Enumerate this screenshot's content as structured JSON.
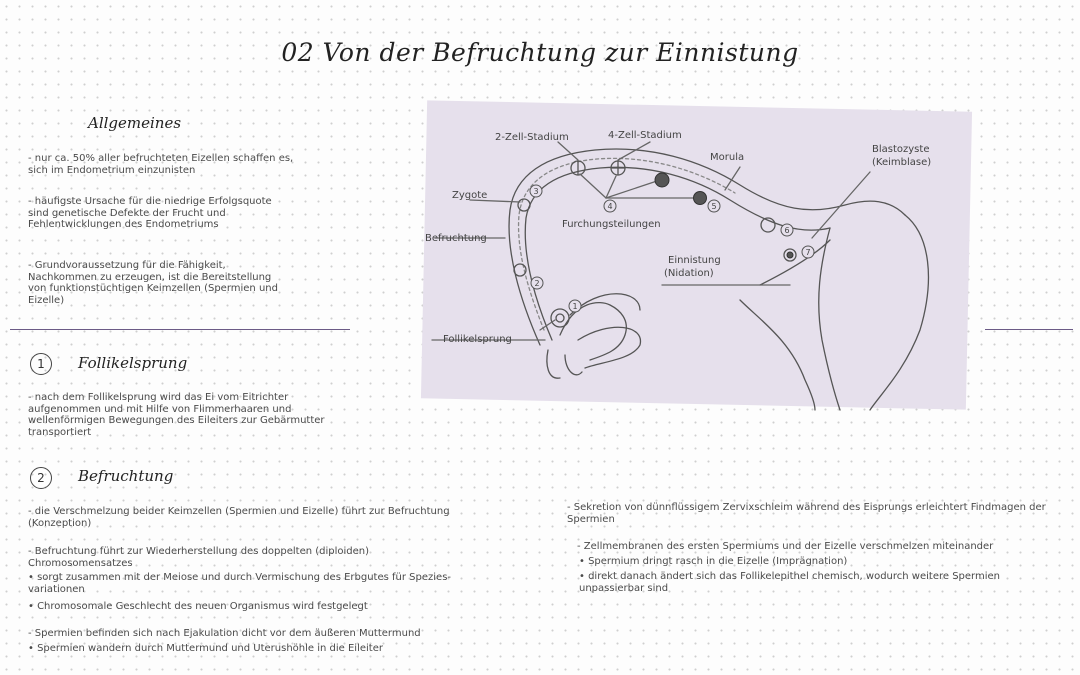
{
  "title": "02 Von der Befruchtung zur Einnistung",
  "allgemeines": {
    "heading": "Allgemeines",
    "p1": "- nur ca. 50% aller befruchteten Eizellen schaffen es, sich im Endometrium einzunisten",
    "p2": "- häufigste Ursache für die niedrige Erfolgsquote sind genetische Defekte der Frucht und Fehlentwicklungen des Endometriums",
    "p3": "- Grundvoraussetzung für die Fähigkeit, Nachkommen zu erzeugen, ist die Bereitstellung von funktionstüchtigen Keimzellen (Spermien und Eizelle)"
  },
  "follikelsprung": {
    "number": "1",
    "heading": "Follikelsprung",
    "text": "- nach dem Follikelsprung wird das Ei vom Eitrichter aufgenommen und mit Hilfe von Flimmerhaaren und wellenförmigen Bewegungen des Eileiters zur Gebärmutter transportiert"
  },
  "befruchtung": {
    "number": "2",
    "heading": "Befruchtung",
    "l1": "- die Verschmelzung beider Keimzellen (Spermien und Eizelle) führt zur Befruchtung (Konzeption)",
    "l2": "- Befruchtung führt zur Wiederherstellung des doppelten (diploiden) Chromosomensatzes",
    "l3": "• sorgt zusammen mit der Meiose und durch Vermischung des Erbgutes für Spezies­variationen",
    "l4": "• Chromosomale Geschlecht des neuen Organismus wird festgelegt",
    "l5": "- Spermien befinden sich nach Ejakulation dicht vor dem äußeren Muttermund",
    "l6": "• Spermien wandern durch Muttermund und Uterushöhle in die Eileiter",
    "r1": "- Sekretion von dünnflüssigem Zervixschleim während des Eisprungs erleichtert Findmagen der Spermien",
    "r2": "- Zellmembranen des ersten Spermiums und der Eizelle verschmelzen miteinander",
    "r3": "• Spermium dringt rasch in die Eizelle (Imprägnation)",
    "r4": "• direkt danach ändert sich das Follikelepithel chemisch, wodurch weitere Spermien unpassierbar sind"
  },
  "diagram": {
    "labels": {
      "zwei_zell": "2-Zell-Stadium",
      "vier_zell": "4-Zell-Stadium",
      "morula": "Morula",
      "blastozyste_1": "Blastozyste",
      "blastozyste_2": "(Keimblase)",
      "zygote": "Zygote",
      "furchung": "Furchungsteilungen",
      "befruchtung": "Befruchtung",
      "einnistung_1": "Einnistung",
      "einnistung_2": "(Nidation)",
      "follikelsprung": "Follikelsprung"
    },
    "markers": [
      "1",
      "2",
      "3",
      "4",
      "5",
      "6",
      "7"
    ]
  },
  "colors": {
    "accent": "#6b5a86",
    "diagram_bg": "#e6e0ec"
  }
}
